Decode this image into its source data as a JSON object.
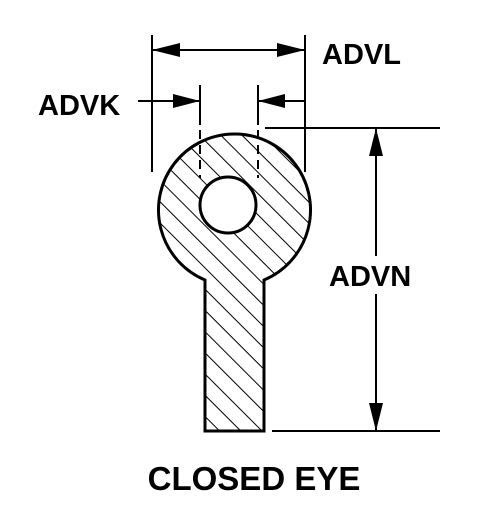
{
  "labels": {
    "advl": "ADVL",
    "advk": "ADVK",
    "advn": "ADVN",
    "caption": "CLOSED EYE"
  },
  "colors": {
    "ink": "#000000",
    "background": "#ffffff"
  }
}
